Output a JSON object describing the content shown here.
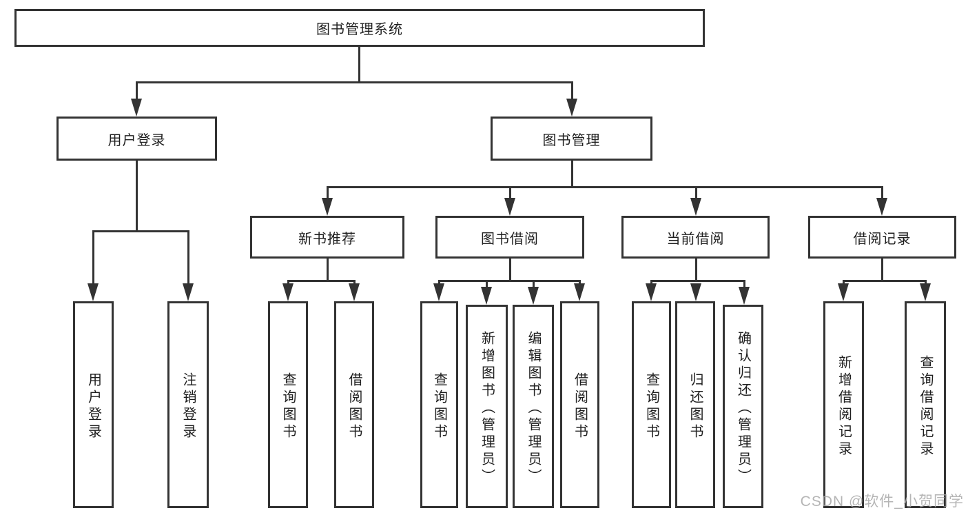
{
  "diagram": {
    "root": "图书管理系统",
    "level2": {
      "user_login": "用户登录",
      "book_mgmt": "图书管理"
    },
    "level3": {
      "new_books": "新书推荐",
      "borrow": "图书借阅",
      "current": "当前借阅",
      "records": "借阅记录"
    },
    "leaves": {
      "user_login": [
        "用户登录",
        "注销登录"
      ],
      "new_books": [
        "查询图书",
        "借阅图书"
      ],
      "borrow": [
        "查询图书",
        "新增图书（管理员）",
        "编辑图书（管理员）",
        "借阅图书"
      ],
      "current": [
        "查询图书",
        "归还图书",
        "确认归还（管理员）"
      ],
      "records": [
        "新增借阅记录",
        "查询借阅记录"
      ]
    },
    "watermark": "CSDN @软件_小贺同学",
    "colors": {
      "line": "#333333",
      "text": "#1f1f1f",
      "background": "#ffffff",
      "watermark": "#a8a8a8"
    }
  }
}
